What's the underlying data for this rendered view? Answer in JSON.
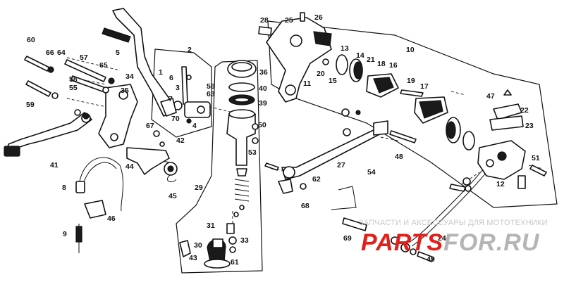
{
  "diagram": {
    "callouts": [
      "1",
      "2",
      "3",
      "4",
      "5",
      "6",
      "7",
      "8",
      "9",
      "10",
      "11",
      "12",
      "13",
      "14",
      "15",
      "16",
      "17",
      "18",
      "19",
      "20",
      "21",
      "22",
      "23",
      "24",
      "25",
      "26",
      "27",
      "28",
      "29",
      "30",
      "31",
      "33",
      "34",
      "35",
      "36",
      "39",
      "40",
      "41",
      "42",
      "43",
      "44",
      "45",
      "46",
      "47",
      "48",
      "49",
      "50",
      "51",
      "53",
      "54",
      "55",
      "56",
      "57",
      "58",
      "59",
      "60",
      "61",
      "62",
      "63",
      "64",
      "65",
      "66",
      "67",
      "68",
      "69",
      "70"
    ]
  },
  "watermark": {
    "tagline": "ЗАПЧАСТИ И АКСЕССУАРЫ ДЛЯ МОТОТЕХНИКИ",
    "logo_red": "PARTS",
    "logo_grey": "FOR.RU",
    "red_color": "#e0201b",
    "grey_color": "#b5b5b5"
  }
}
